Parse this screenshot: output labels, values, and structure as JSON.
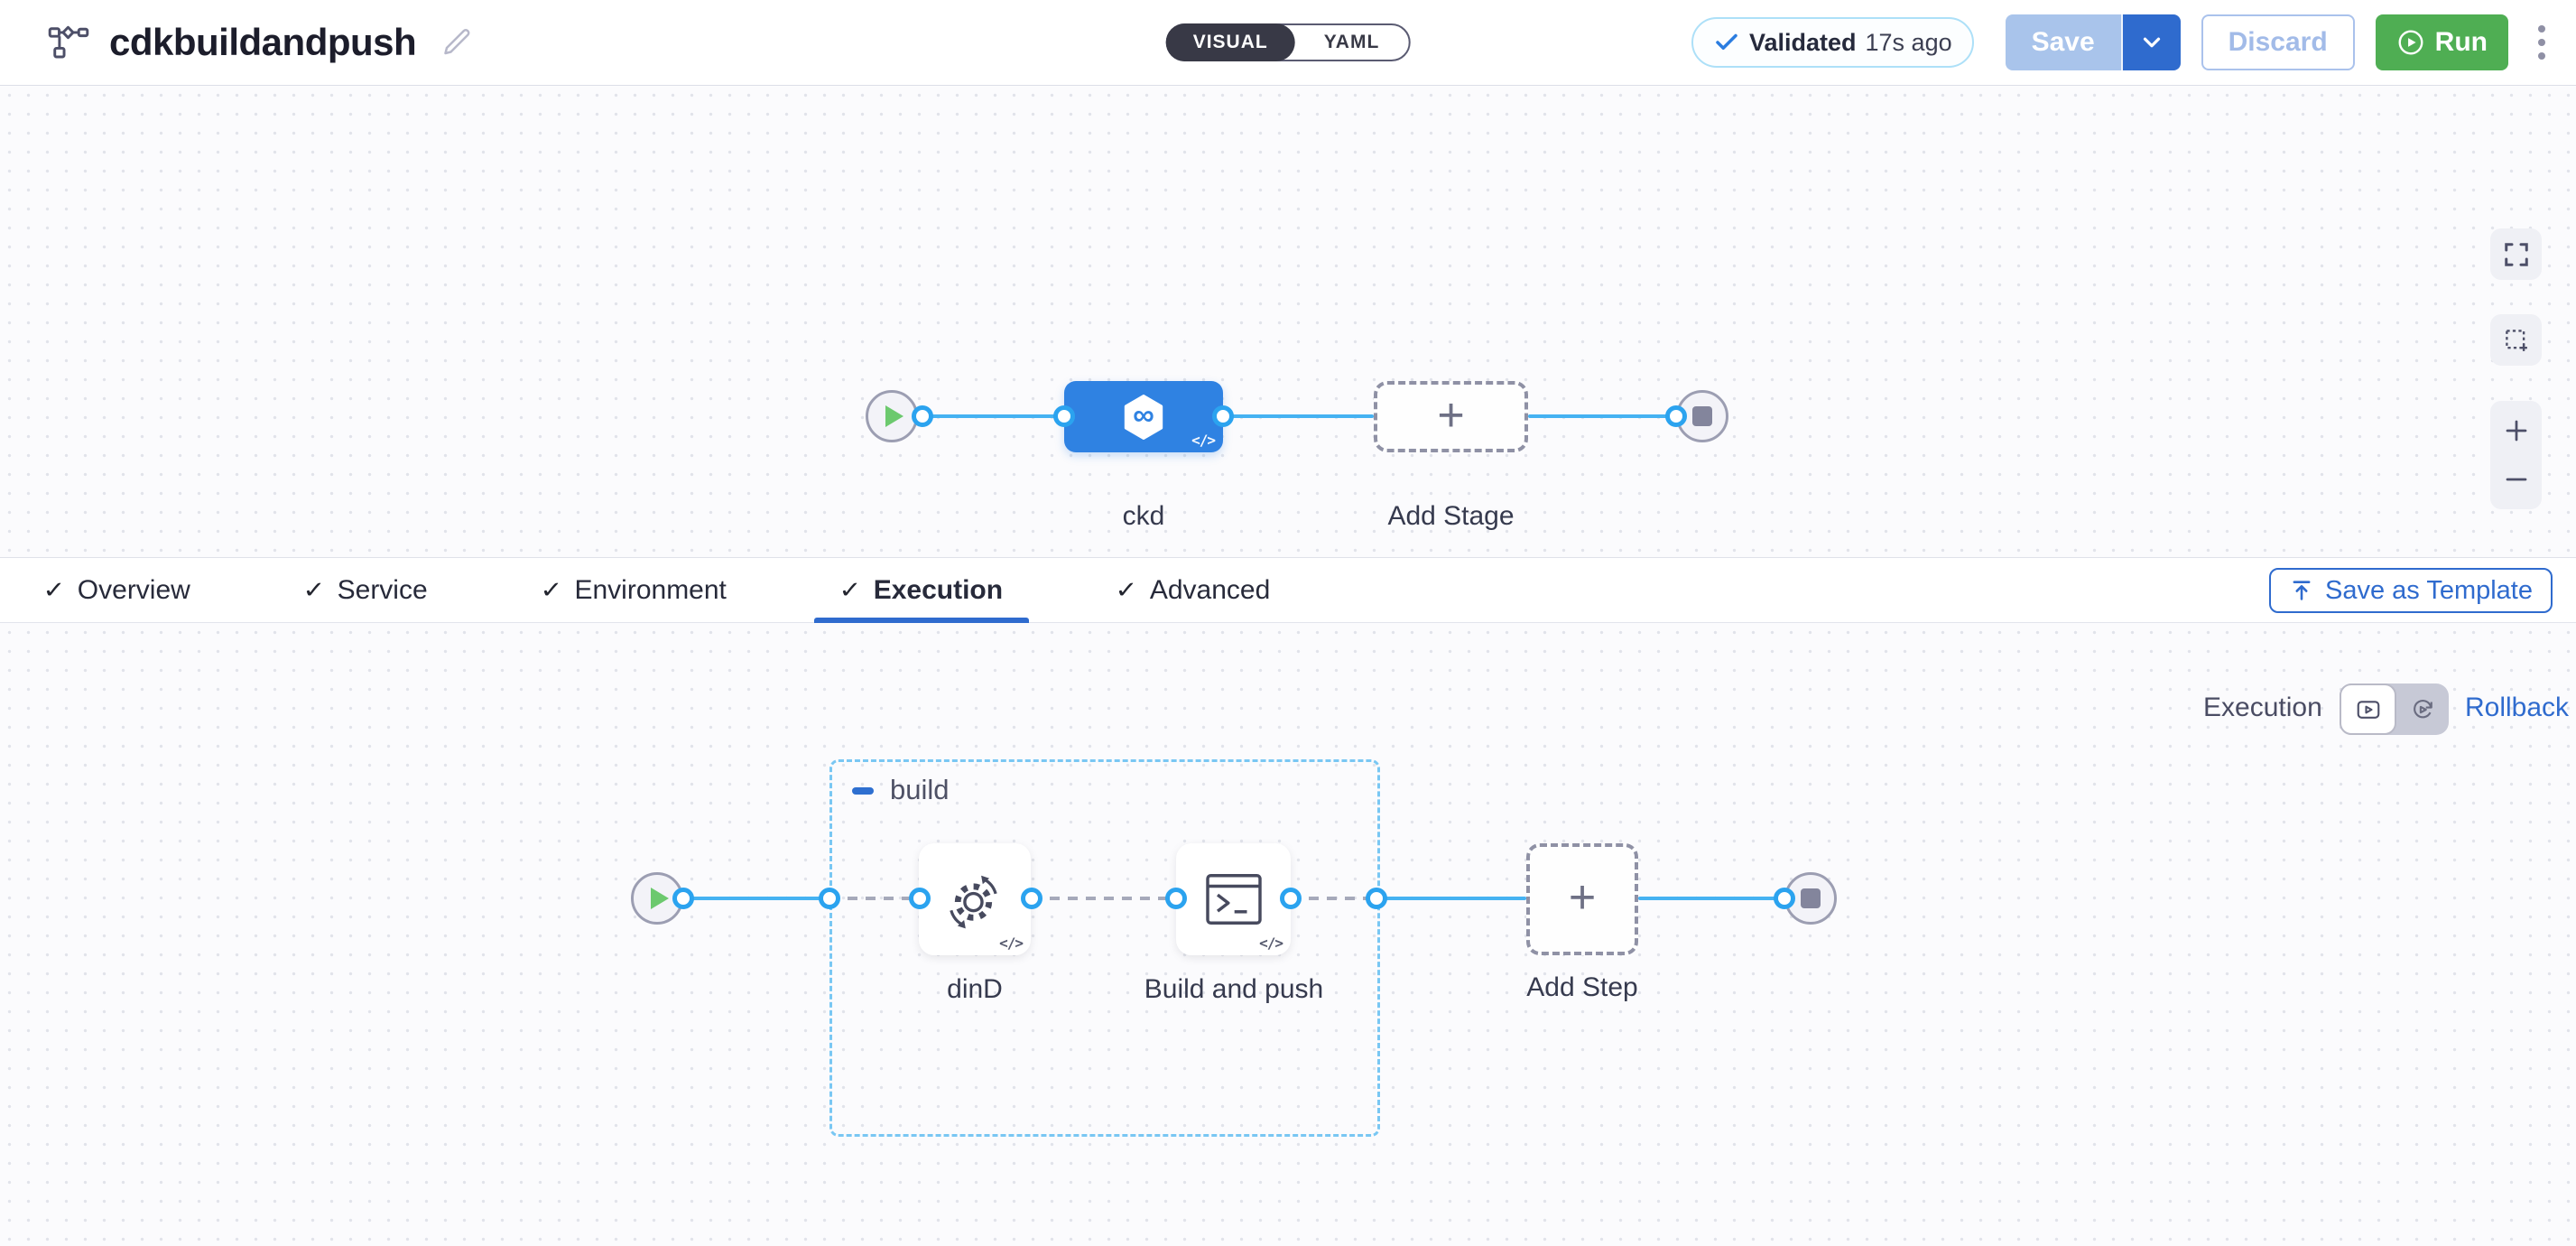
{
  "colors": {
    "accent-blue": "#2f6bce",
    "edge-blue": "#45b2f2",
    "dot-ring": "#2ba3ef",
    "stage-blue": "#2f82e2",
    "run-green": "#4fae53",
    "save-disabled": "#a9c4eb",
    "toggle-dark": "#383946",
    "group-dash": "#79c7f3",
    "check-blue": "#2b7de0",
    "play-green": "#6cc96e"
  },
  "header": {
    "title": "cdkbuildandpush",
    "view_toggle": {
      "visual": "VISUAL",
      "yaml": "YAML"
    },
    "validated": {
      "label": "Validated",
      "time": "17s ago"
    },
    "save": "Save",
    "discard": "Discard",
    "run": "Run"
  },
  "icons": {
    "check": "✓",
    "plus": "+",
    "code": "</>",
    "infinity": "∞"
  },
  "pipeline": {
    "stage_name": "ckd",
    "add_stage": "Add Stage"
  },
  "tabs": {
    "items": [
      {
        "label": "Overview",
        "checked": true,
        "active": false
      },
      {
        "label": "Service",
        "checked": true,
        "active": false
      },
      {
        "label": "Environment",
        "checked": true,
        "active": false
      },
      {
        "label": "Execution",
        "checked": true,
        "active": true
      },
      {
        "label": "Advanced",
        "checked": true,
        "active": false
      }
    ],
    "save_as_template": "Save as Template"
  },
  "execution": {
    "mode_label": "Execution",
    "rollback": "Rollback",
    "group_name": "build",
    "steps": [
      {
        "name": "dinD"
      },
      {
        "name": "Build and push"
      }
    ],
    "add_step": "Add Step"
  }
}
